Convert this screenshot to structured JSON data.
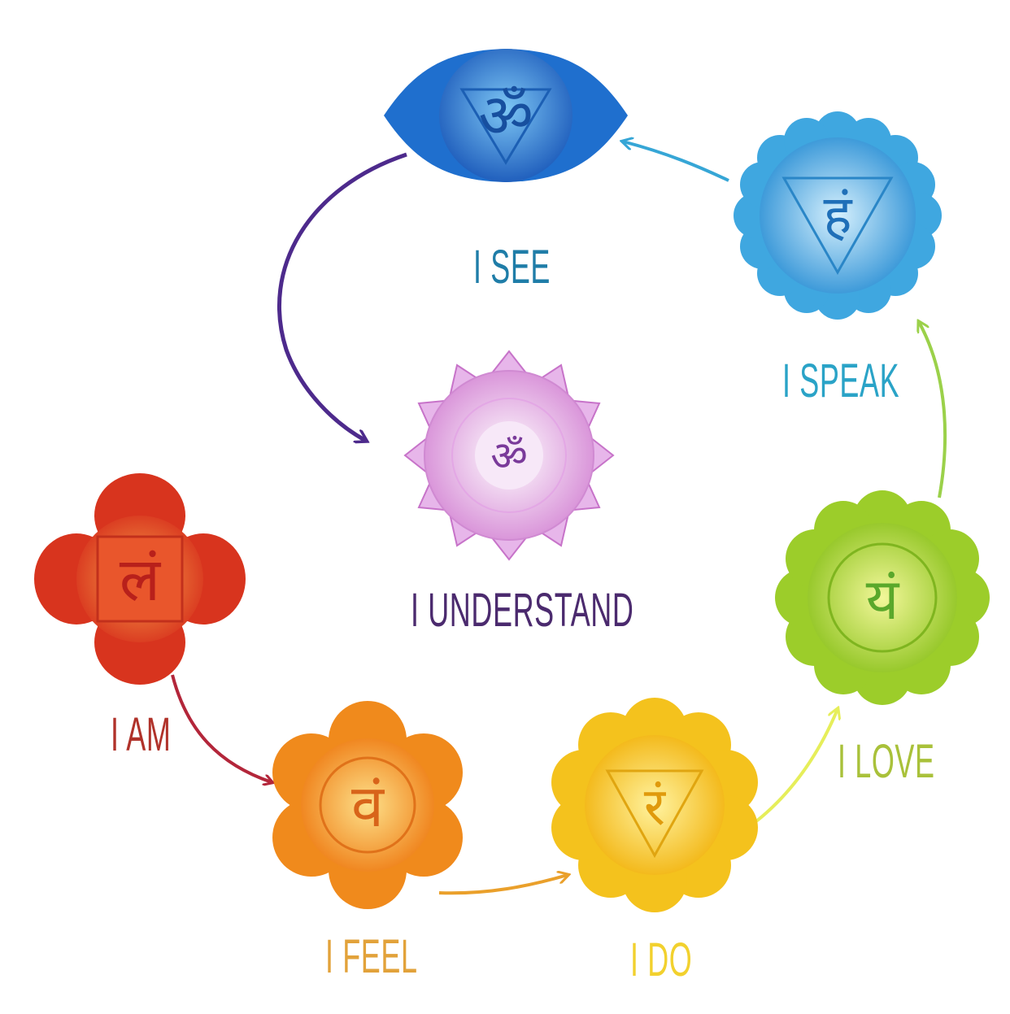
{
  "diagram": {
    "chakras": [
      {
        "id": "root",
        "label": "I AM",
        "symbol": "लं",
        "color": "#d8341e",
        "label_color": "#b0322a"
      },
      {
        "id": "sacral",
        "label": "I FEEL",
        "symbol": "वं",
        "color": "#f08a1c",
        "label_color": "#e2a23a"
      },
      {
        "id": "solar-plexus",
        "label": "I DO",
        "symbol": "रं",
        "color": "#f4c21d",
        "label_color": "#f2d12e"
      },
      {
        "id": "heart",
        "label": "I LOVE",
        "symbol": "यं",
        "color": "#9ccd2a",
        "label_color": "#a9c13a"
      },
      {
        "id": "throat",
        "label": "I SPEAK",
        "symbol": "हं",
        "color": "#3fa7e0",
        "label_color": "#2aa3c7"
      },
      {
        "id": "third-eye",
        "label": "I SEE",
        "symbol": "ॐ",
        "color": "#1f6fce",
        "label_color": "#1f7da8"
      },
      {
        "id": "crown",
        "label": "I UNDERSTAND",
        "symbol": "ॐ",
        "color": "#c773c9",
        "label_color": "#4b2a6e"
      }
    ],
    "arrow_colors": {
      "root_to_sacral": "#b3263a",
      "sacral_to_solar": "#eaa02b",
      "solar_to_heart": "#e6ee5a",
      "heart_to_throat": "#9bd14a",
      "throat_to_thirdeye": "#36a6d6",
      "thirdeye_to_crown": "#4d2a8c"
    }
  }
}
